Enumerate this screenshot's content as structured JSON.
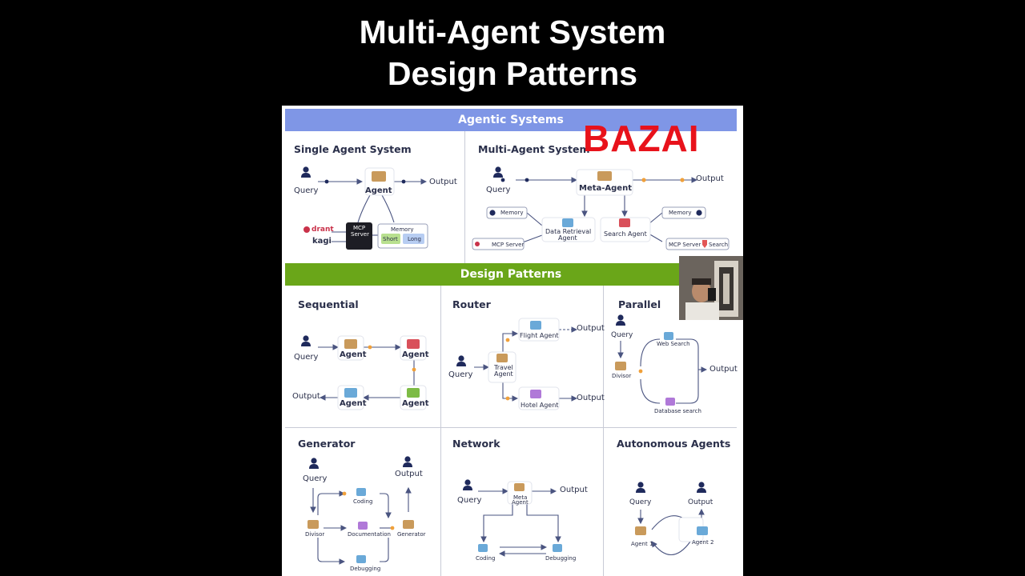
{
  "header": {
    "title_line1": "Multi-Agent System",
    "title_line2": "Design Patterns"
  },
  "brand": "BAZAI",
  "bands": {
    "agentic": "Agentic Systems",
    "patterns": "Design Patterns"
  },
  "sections": {
    "single": "Single Agent System",
    "multi": "Multi-Agent System",
    "sequential": "Sequential",
    "router": "Router",
    "parallel": "Parallel",
    "generator": "Generator",
    "network": "Network",
    "autonomous": "Autonomous Agents"
  },
  "labels": {
    "query": "Query",
    "output": "Output",
    "agent": "Agent",
    "meta_agent": "Meta-Agent",
    "memory": "Memory",
    "short": "Short",
    "long": "Long",
    "mcp_server": "MCP Server",
    "mcp": "MCP",
    "server": "Server",
    "qdrant": "drant",
    "kagi": "kagi",
    "data_retrieval_1": "Data Retrieval",
    "data_retrieval_2": "Agent",
    "search_agent": "Search Agent",
    "search": "Search",
    "flight_agent": "Flight Agent",
    "travel_1": "Travel",
    "travel_2": "Agent",
    "hotel_agent": "Hotel Agent",
    "web_search": "Web Search",
    "database_search": "Database search",
    "divisor": "Divisor",
    "generator": "Generator",
    "coding": "Coding",
    "documentation": "Documentation",
    "debugging": "Debugging",
    "meta_1": "Meta",
    "meta_2": "Agent",
    "agent_1": "Agent 1",
    "agent_2": "Agent 2"
  },
  "colors": {
    "band_blue": "#7f96e6",
    "band_green": "#6aa619",
    "brand_red": "#e8121b",
    "agent_tan": "#c99a5b",
    "agent_blue": "#6aa9d8",
    "agent_red": "#d9505a",
    "agent_green": "#7dbb45",
    "agent_purple": "#b079d8",
    "accent_orange": "#f0a03a",
    "navy": "#1f2a5c"
  }
}
